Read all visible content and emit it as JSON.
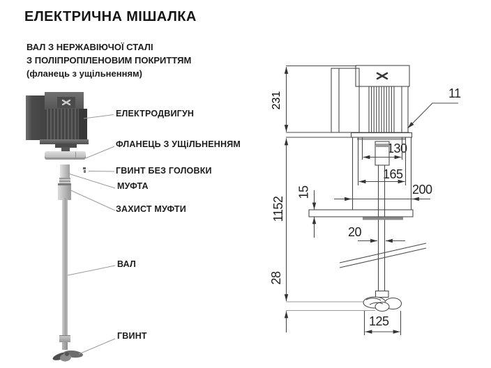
{
  "title": "ЕЛЕКТРИЧНА МІШАЛКА",
  "subtitle": [
    "ВАЛ З НЕРЖАВІЮЧОЇ СТАЛІ",
    "З ПОЛІПРОПІЛЕНОВИМ ПОКРИТТЯМ",
    "(фланець з ущільненням)"
  ],
  "part_labels": [
    "ЕЛЕКТРОДВИГУН",
    "ФЛАНЕЦЬ З УЩіЛЬНЕННЯМ",
    "ГВИНТ БЕЗ ГОЛОВКИ",
    "МУФТА",
    "ЗАХИСТ МУФТИ",
    "ВАЛ",
    "ГВИНТ"
  ],
  "dimensions": {
    "motor_height": "231",
    "flange_position_ref": "11",
    "coupling_width": "130",
    "flange_inner": "165",
    "flange_outer": "200",
    "plate_thickness": "15",
    "shaft_length": "1152",
    "shaft_diameter": "20",
    "propeller_height": "28",
    "propeller_diameter": "125"
  },
  "icons": {
    "brand_logo": "crossed-blades-logo"
  },
  "colors": {
    "drawing_line": "#4a4a4a",
    "leader_line": "#9a9a9a",
    "text": "#1c1c1c",
    "photo_dark": "#454545",
    "photo_light": "#c9c9c9",
    "background": "#ffffff"
  }
}
